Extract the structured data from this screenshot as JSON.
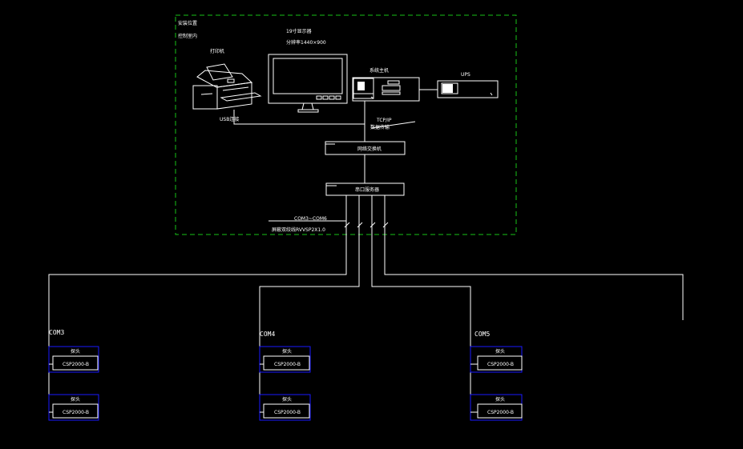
{
  "room": {
    "label_line1": "安装位置",
    "label_line2": "控制室内"
  },
  "monitor": {
    "label_line1": "19寸显示器",
    "label_line2": "分辨率1440×900"
  },
  "printer": {
    "label": "打印机",
    "usb_label": "USB连接"
  },
  "host": {
    "label": "系统主机"
  },
  "ups": {
    "label": "UPS"
  },
  "network": {
    "tcp_label": "TCP/IP",
    "tcp_sub": "数据传输"
  },
  "switch": {
    "label": "网络交换机"
  },
  "server": {
    "label": "串口服务器"
  },
  "bus": {
    "ports_label": "COM3~COM6",
    "cable_label": "屏蔽双绞线RVVSP2X1.0"
  },
  "groups": [
    {
      "com_label": "COM3",
      "devices": [
        {
          "title": "探头",
          "model": "CSP2000-B"
        },
        {
          "title": "探头",
          "model": "CSP2000-B"
        }
      ]
    },
    {
      "com_label": "COM4",
      "devices": [
        {
          "title": "探头",
          "model": "CSP2000-B"
        },
        {
          "title": "探头",
          "model": "CSP2000-B"
        }
      ]
    },
    {
      "com_label": "COM5",
      "devices": [
        {
          "title": "探头",
          "model": "CSP2000-B"
        },
        {
          "title": "探头",
          "model": "CSP2000-B"
        }
      ]
    }
  ],
  "colors": {
    "background": "#000000",
    "lines": "#ffffff",
    "device_border": "#1a1aff",
    "boundary": "#19c219"
  }
}
